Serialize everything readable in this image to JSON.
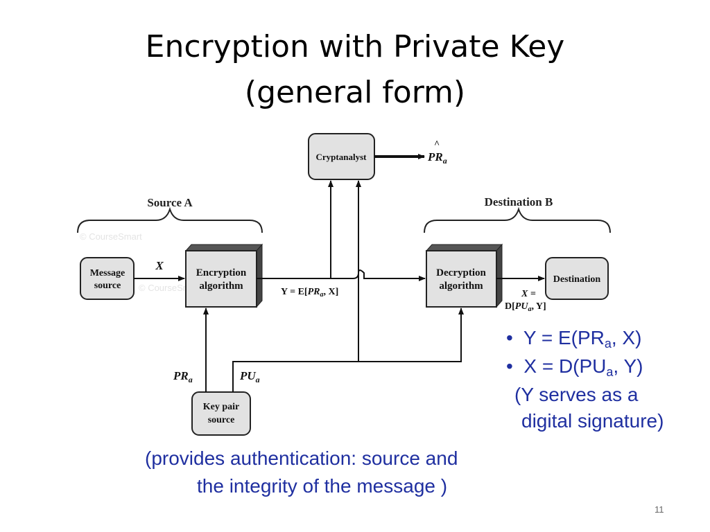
{
  "slide": {
    "title_line1": "Encryption with Private Key",
    "title_line2": "(general form)",
    "page_number": "11"
  },
  "diagram": {
    "source_label": "Source A",
    "destination_label": "Destination B",
    "message_source_line1": "Message",
    "message_source_line2": "source",
    "encryption_line1": "Encryption",
    "encryption_line2": "algorithm",
    "decryption_line1": "Decryption",
    "decryption_line2": "algorithm",
    "destination_box": "Destination",
    "cryptanalyst": "Cryptanalyst",
    "keypair_line1": "Key pair",
    "keypair_line2": "source",
    "label_x": "X",
    "label_y_main": "Y = E[",
    "label_y_pr": "PR",
    "label_y_sub": "a",
    "label_y_end": ", X]",
    "label_xd_line1": "X =",
    "label_xd_main": "D[",
    "label_xd_pu": "PU",
    "label_xd_sub": "a",
    "label_xd_end": ", Y]",
    "pr": "PR",
    "pr_sub": "a",
    "pu": "PU",
    "pu_sub": "a",
    "hat": "^",
    "watermark": "© CourseSmart"
  },
  "bullets": {
    "b1_pre": "Y = E(PR",
    "b1_sub": "a",
    "b1_post": ", X)",
    "b2_pre": "X = D(PU",
    "b2_sub": "a",
    "b2_post": ", Y)",
    "note_line1": "(Y serves as a",
    "note_line2": "digital signature)",
    "bullet_char": "•"
  },
  "footer": {
    "line1": "(provides authentication: source and",
    "line2": "the integrity of the message )"
  }
}
